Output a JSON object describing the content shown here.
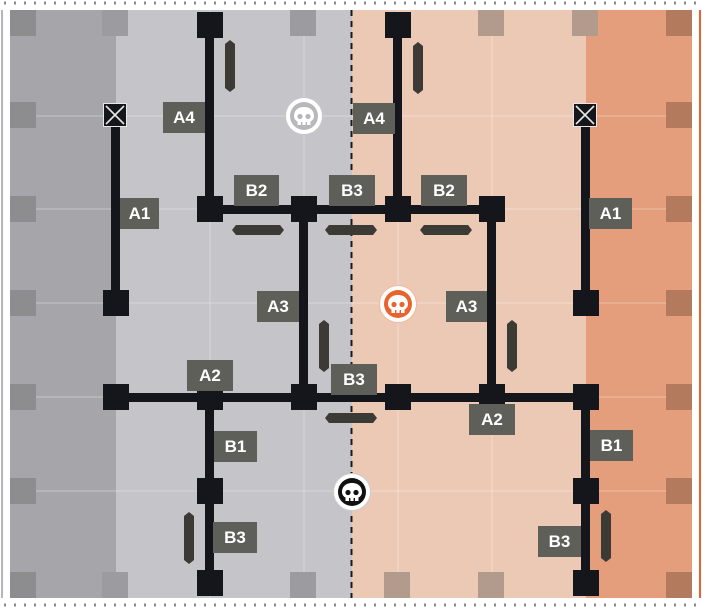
{
  "colors": {
    "team_left": "#bfbfc4",
    "team_left_edge": "#9a9a9e",
    "team_right": "#ecc7b2",
    "team_right_edge": "#e39c78",
    "accent": "#e8632e",
    "wall": "#15161b",
    "label_bg": "#5f5f59",
    "cover": "#3c3a35"
  },
  "labels": {
    "a4_left": "A4",
    "a4_right": "A4",
    "b2_left": "B2",
    "b2_right": "B2",
    "b3_top": "B3",
    "a1_left": "A1",
    "a1_right": "A1",
    "a3_left": "A3",
    "a3_right": "A3",
    "a2_left": "A2",
    "b3_mid": "B3",
    "a2_right": "A2",
    "b1_left": "B1",
    "b1_right": "B1",
    "b3_bottom_left": "B3",
    "b3_bottom_right": "B3"
  },
  "icons": {
    "skull_top": "skull-icon",
    "skull_orange": "skull-icon",
    "skull_bottom": "skull-icon",
    "x_marker": "cross-box-icon"
  }
}
